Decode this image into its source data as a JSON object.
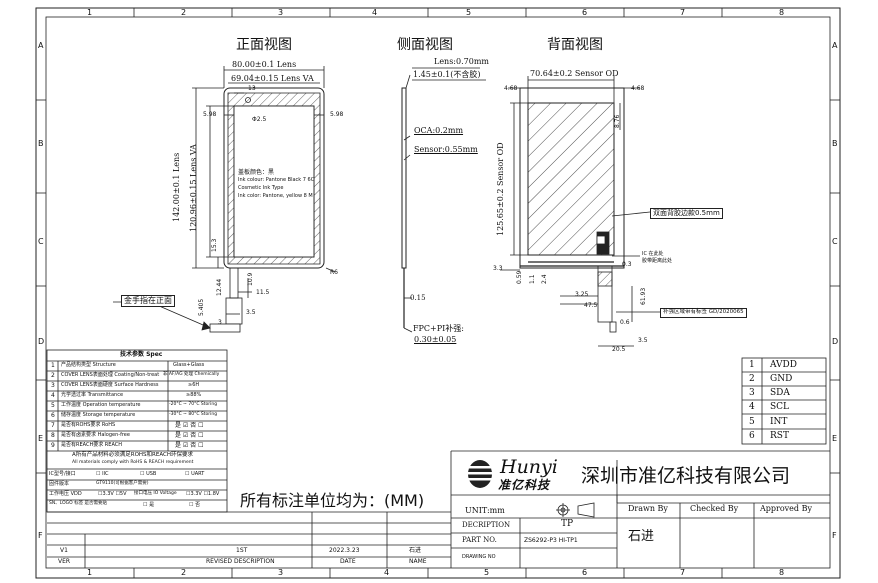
{
  "frame": {
    "columns": [
      "1",
      "2",
      "3",
      "4",
      "5",
      "6",
      "7",
      "8"
    ],
    "rows": [
      "A",
      "B",
      "C",
      "D",
      "E",
      "F"
    ]
  },
  "views": {
    "front": "正面视图",
    "side": "侧面视图",
    "back": "背面视图"
  },
  "front_dims": {
    "width_outer": "80.00±0.1 Lens",
    "width_va": "69.04±0.15 Lens VA",
    "top_offset": "13",
    "left_margin": "5.98",
    "right_margin": "5.98",
    "hole": "Φ2.5",
    "height_outer": "142.00±0.1 Lens",
    "height_va": "120.96±0.15 Lens VA",
    "bottom_margin": "15.3",
    "corner_radius": "R6",
    "tail_width": "10.9",
    "tail_pitch": "11.5",
    "tail_gap": "12.44",
    "tail_len": "5.405",
    "tail_end": "3.5",
    "tail_small": "3",
    "note_title": "盖板颜色：黑",
    "note_line1": "Ink colour: Pantone Black 7 6C",
    "note_line2": "Cosmetic Ink Type",
    "note_line3": "Ink color: Pantone, yellow 8 M"
  },
  "gold_finger_note": "金手指在正面",
  "side_dims": {
    "lens": "Lens:0.70mm",
    "thickness": "1.45±0.1(不含胶)",
    "oca": "OCA:0.2mm",
    "sensor": "Sensor:0.55mm",
    "fpc_end": "0.15",
    "fpc_title": "FPC+PI补强:",
    "fpc_value": "0.30±0.05"
  },
  "back_dims": {
    "sensor_od": "70.64±0.2 Sensor OD",
    "left_off": "4.68",
    "right_off": "4.68",
    "top_off": "8.76",
    "height_od": "125.65±0.2 Sensor OD",
    "tape_note": "双面背胶边款0.5mm",
    "cap_note1": "IC 在此处",
    "cap_note2": "胶带距离此处",
    "fpc_note": "补强区域带有标签 GD/2020065",
    "dim_a": "3.3",
    "dim_b": "0.59",
    "dim_c": "1.1",
    "dim_d": "2.4",
    "dim_e": "3.25",
    "dim_f": "0.6",
    "dim_g": "3.5",
    "dim_h": "20.5",
    "dim_i": "61.93",
    "dim_j": "0.3",
    "dim_k": "47.5"
  },
  "pins": [
    {
      "no": "1",
      "name": "AVDD"
    },
    {
      "no": "2",
      "name": "GND"
    },
    {
      "no": "3",
      "name": "SDA"
    },
    {
      "no": "4",
      "name": "SCL"
    },
    {
      "no": "5",
      "name": "INT"
    },
    {
      "no": "6",
      "name": "RST"
    }
  ],
  "spec": {
    "title": "技术参数 Spec",
    "rows": [
      {
        "no": "1",
        "item": "产品结构类型 Structure",
        "value": "Glass+Glass"
      },
      {
        "no": "2",
        "item": "COVER LENS表面处理 Coating/Non-treat",
        "value": "非 AF/AG 处理 Chemically"
      },
      {
        "no": "3",
        "item": "COVER LENS表面硬度 Surface Hardness",
        "value": "≥6H"
      },
      {
        "no": "4",
        "item": "光学透过率 Transmittance",
        "value": "≥88%"
      },
      {
        "no": "5",
        "item": "工作温度 Operation temperature",
        "value": "-20°C ~ 70°C  Storing"
      },
      {
        "no": "6",
        "item": "储存温度 Storage temperature",
        "value": "-30°C ~ 80°C  Storing"
      },
      {
        "no": "7",
        "item": "是否有ROHS要求 RoHS",
        "value": "是 ☑   否 ☐"
      },
      {
        "no": "8",
        "item": "是否有卤素要求 Halogen-free",
        "value": "是 ☑   否 ☐"
      },
      {
        "no": "9",
        "item": "是否有REACH要求 REACH",
        "value": "是 ☑   否 ☐"
      }
    ],
    "note1": "A所有产品材料必须满足ROHS和REACH环保要求",
    "note2": "All materials comply with RoHS & REACH requirement",
    "ic_label": "IC型号/接口",
    "ic_opt1": "☐ IIC",
    "ic_opt2": "☐ USB",
    "ic_opt3": "☐ UART",
    "fw_label": "固件版本",
    "fw_value": "GT9110(可根据客户需要)",
    "voltage_label": "工作电压 VDD",
    "voltage_v1": "☐3.3V ☐5V",
    "voltage_label2": "接口电压 IO Voltage",
    "voltage_v2": "☐3.3V ☐1.8V",
    "label_note": "SN、LOGO 标签 是否需要贴",
    "label_opt1": "☐ 是",
    "label_opt2": "☐ 否"
  },
  "unit_note": "所有标注单位均为：(MM)",
  "revision": {
    "ver": "V1",
    "desc": "1ST",
    "date": "2022.3.23",
    "name": "石进",
    "h_ver": "VER",
    "h_desc": "REVISED DESCRIPTION",
    "h_date": "DATE",
    "h_name": "NAME"
  },
  "title_block": {
    "logo_en": "Hunyi",
    "logo_cn": "准亿科技",
    "company": "深圳市准亿科技有限公司",
    "unit_label": "UNIT:mm",
    "drawn_by": "Drawn By",
    "checked_by": "Checked By",
    "approved_by": "Approved By",
    "description_label": "DECRIPTION",
    "description": "TP",
    "part_no_label": "PART NO.",
    "part_no": "ZS6292-P3 HI-TP1",
    "drawing_no_label": "DRAWING NO",
    "drawer": "石进"
  }
}
